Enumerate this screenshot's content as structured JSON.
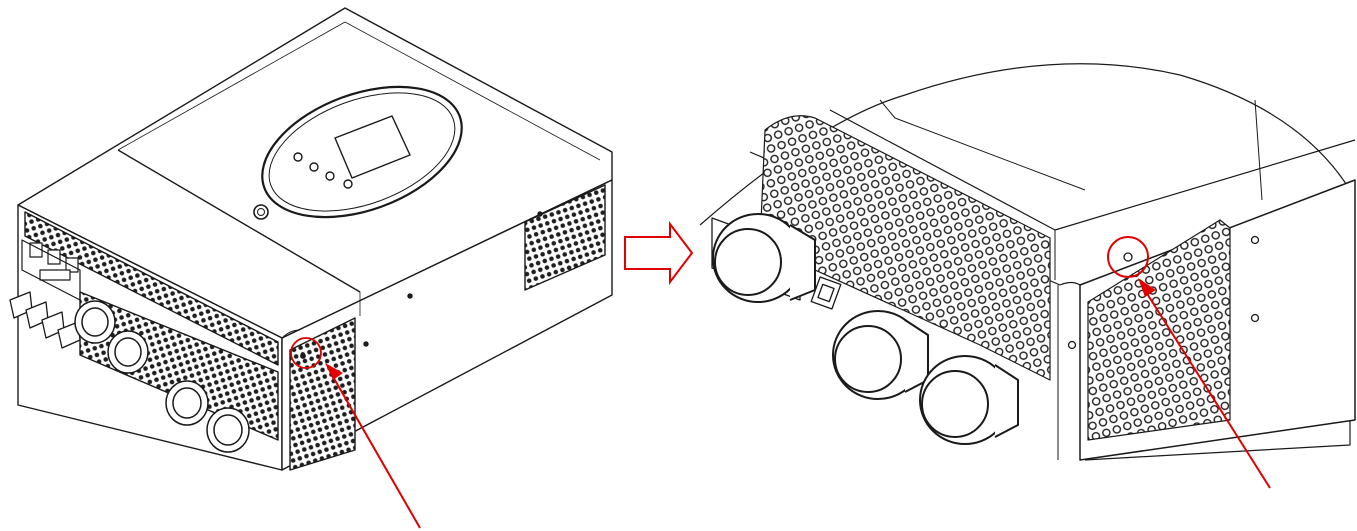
{
  "figure": {
    "panels": [
      {
        "name": "inverter-overview",
        "description_icon": "inverter-device-icon"
      },
      {
        "name": "inverter-side-detail",
        "description_icon": "inverter-zoom-icon"
      }
    ],
    "colors": {
      "line_art": "#1a1a1a",
      "highlight": "#e00000",
      "background": "#ffffff"
    },
    "callouts": [
      {
        "name": "screw-callout-overview",
        "icon": "circle-highlight-icon"
      },
      {
        "name": "screw-callout-detail",
        "icon": "circle-highlight-icon"
      }
    ],
    "transition_icon": "arrow-right-icon"
  }
}
